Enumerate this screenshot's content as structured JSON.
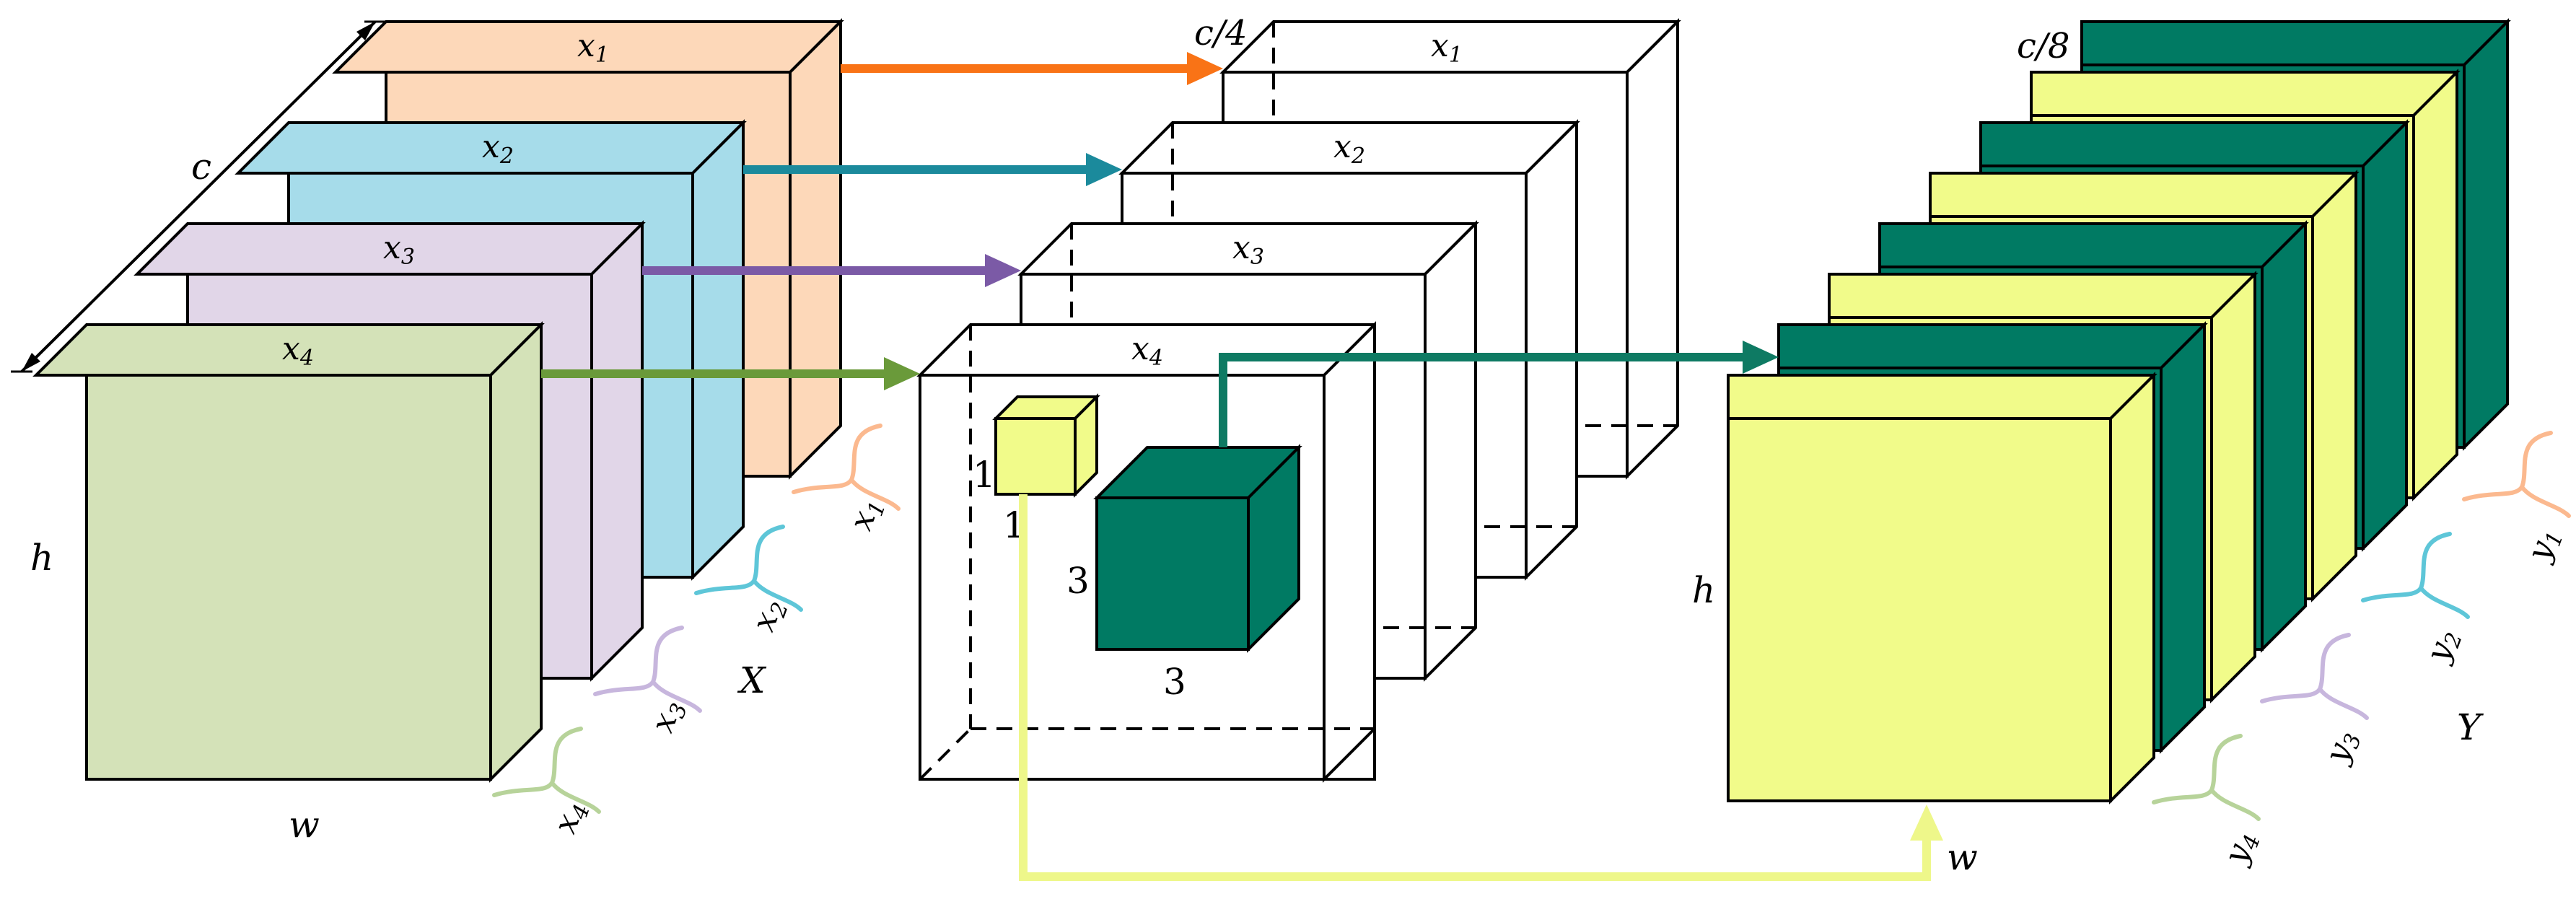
{
  "labels": {
    "dim_c": "c",
    "dim_h_left": "h",
    "dim_w_left": "w",
    "tensor_X": "X",
    "c_quarter": "c/4",
    "c_eighth": "c/8",
    "dim_h_right": "h",
    "dim_w_right": "w",
    "tensor_Y": "Y",
    "kernel1_h": "1",
    "kernel1_w": "1",
    "kernel3_h": "3",
    "kernel3_w": "3"
  },
  "input_slices": [
    {
      "name": "x1",
      "label": "x",
      "sub": "1",
      "brace_label": "x",
      "brace_sub": "1",
      "color": "#fdd8b9"
    },
    {
      "name": "x2",
      "label": "x",
      "sub": "2",
      "brace_label": "x",
      "brace_sub": "2",
      "color": "#a6dcea"
    },
    {
      "name": "x3",
      "label": "x",
      "sub": "3",
      "brace_label": "x",
      "brace_sub": "3",
      "color": "#e1d6e8"
    },
    {
      "name": "x4",
      "label": "x",
      "sub": "4",
      "brace_label": "x",
      "brace_sub": "4",
      "color": "#d4e2b8"
    }
  ],
  "group_slices": [
    {
      "label": "x",
      "sub": "1"
    },
    {
      "label": "x",
      "sub": "2"
    },
    {
      "label": "x",
      "sub": "3"
    },
    {
      "label": "x",
      "sub": "4"
    }
  ],
  "output_braces": [
    {
      "label": "y",
      "sub": "1"
    },
    {
      "label": "y",
      "sub": "2"
    },
    {
      "label": "y",
      "sub": "3"
    },
    {
      "label": "y",
      "sub": "4"
    }
  ],
  "colors": {
    "arrow_x1": "#f97316",
    "arrow_x2": "#1b8a9c",
    "arrow_x3": "#7b5aa6",
    "arrow_x4": "#6a9a3a",
    "arrow_conv3": "#0e7a63",
    "arrow_conv1": "#eef78a",
    "dark_green": "#007a63",
    "light_yellow": "#f1fb8a",
    "brace_x1": "#fbb98f",
    "brace_x2": "#5ec6d8",
    "brace_x3": "#c7b6dd",
    "brace_x4": "#b7d39a"
  }
}
